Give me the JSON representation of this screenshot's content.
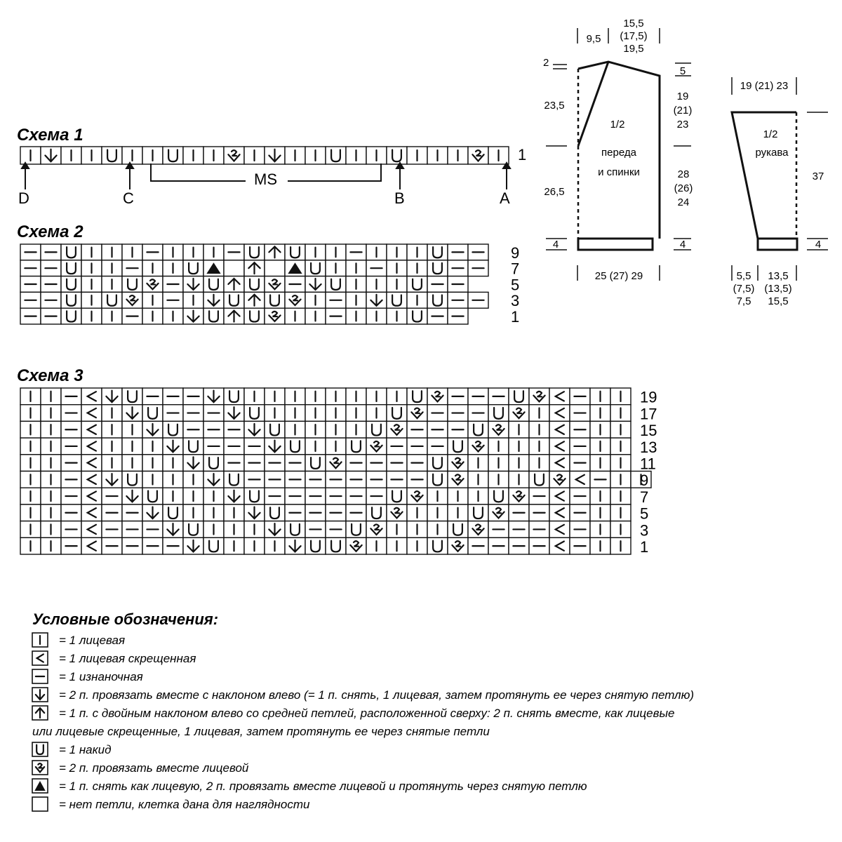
{
  "scheme1": {
    "title": "Схема 1",
    "row": "I↓IIUIIUII2I↓IIUIIUIII2I",
    "row_number": "1",
    "ms_label": "MS",
    "markers": [
      "D",
      "C",
      "B",
      "A"
    ]
  },
  "scheme2": {
    "title": "Схема 2",
    "rows": [
      {
        "number": "9",
        "cells": "--UIII-III-U↑UII-IIIU--"
      },
      {
        "number": "7",
        "cells": "--UII-IIU▲ ↑ ▲UII-IIU--"
      },
      {
        "number": "5",
        "cells": "--UIIU2-↓U↑U2-↓UIIIU--"
      },
      {
        "number": "3",
        "cells": "--UIU2I-I↓U↑U2I-I↓UIU--"
      },
      {
        "number": "1",
        "cells": "--UII-II↓U↑U2II-IIIU--"
      }
    ]
  },
  "scheme3": {
    "title": "Схема 3",
    "rows": [
      {
        "number": "19",
        "cells": "II-<↓U---↓UIIIIIIIIU2---U2<-II"
      },
      {
        "number": "17",
        "cells": "II-<I↓U---↓UIIIIIIU2---U2I<-II"
      },
      {
        "number": "15",
        "cells": "II-<II↓U---↓UIIIIU2---U2II<-II"
      },
      {
        "number": "13",
        "cells": "II-<III↓U---↓UIIU2---U2III<-II"
      },
      {
        "number": "11",
        "cells": "II-<IIII↓U----U2----U2IIII<-II"
      },
      {
        "number": "9",
        "cells": "II-<↓UIII↓U---------U2IIIU2<-II"
      },
      {
        "number": "7",
        "cells": "II-<-↓UIII↓U------U2IIIU2-<-II"
      },
      {
        "number": "5",
        "cells": "II-<--↓UIII↓U----U2IIIU2--<-II"
      },
      {
        "number": "3",
        "cells": "II-<---↓UIII↓U--U2IIIU2---<-II"
      },
      {
        "number": "1",
        "cells": "II-<----↓UIII↓UU2IIIU2----<-II"
      }
    ]
  },
  "body_pattern": {
    "label_lines": [
      "1/2",
      "переда",
      "и спинки"
    ],
    "dims": {
      "shoulder_left": "9,5",
      "neck_width": [
        "15,5",
        "(17,5)",
        "19,5"
      ],
      "neck_drop": "2",
      "shoulder_drop": "5",
      "armhole": [
        "19",
        "(21)",
        "23"
      ],
      "left_upper": "23,5",
      "left_lower": "26,5",
      "side": [
        "28",
        "(26)",
        "24"
      ],
      "rib": "4",
      "rib_left": "4",
      "width": "25 (27) 29"
    }
  },
  "sleeve_pattern": {
    "label_lines": [
      "1/2",
      "рукава"
    ],
    "dims": {
      "top": "19 (21) 23",
      "length": "37",
      "rib": "4",
      "bottom_left": [
        "5,5",
        "(7,5)",
        "7,5"
      ],
      "bottom_right": [
        "13,5",
        "(13,5)",
        "15,5"
      ]
    }
  },
  "legend": {
    "title": "Условные обозначения:",
    "items": [
      {
        "symbol": "knit",
        "text": "= 1 лицевая"
      },
      {
        "symbol": "twisted",
        "text": "= 1 лицевая скрещенная"
      },
      {
        "symbol": "purl",
        "text": "= 1 изнаночная"
      },
      {
        "symbol": "k2tog-left",
        "text": "= 2 п. провязать вместе с наклоном влево (= 1 п. снять, 1 лицевая, затем протянуть ее через снятую петлю)"
      },
      {
        "symbol": "cdd",
        "text": "= 1 п. с двойным наклоном влево со средней петлей, расположенной сверху: 2 п. снять вместе, как лицевые",
        "continuation": "или лицевые скрещенные, 1 лицевая, затем протянуть ее через снятые петли"
      },
      {
        "symbol": "yo",
        "text": "= 1 накид"
      },
      {
        "symbol": "k2tog",
        "text": "= 2 п. провязать вместе лицевой"
      },
      {
        "symbol": "sk2p",
        "text": "= 1 п. снять как лицевую, 2 п. провязать вместе лицевой и протянуть через снятую петлю"
      },
      {
        "symbol": "none",
        "text": "= нет петли, клетка дана для наглядности"
      }
    ]
  }
}
